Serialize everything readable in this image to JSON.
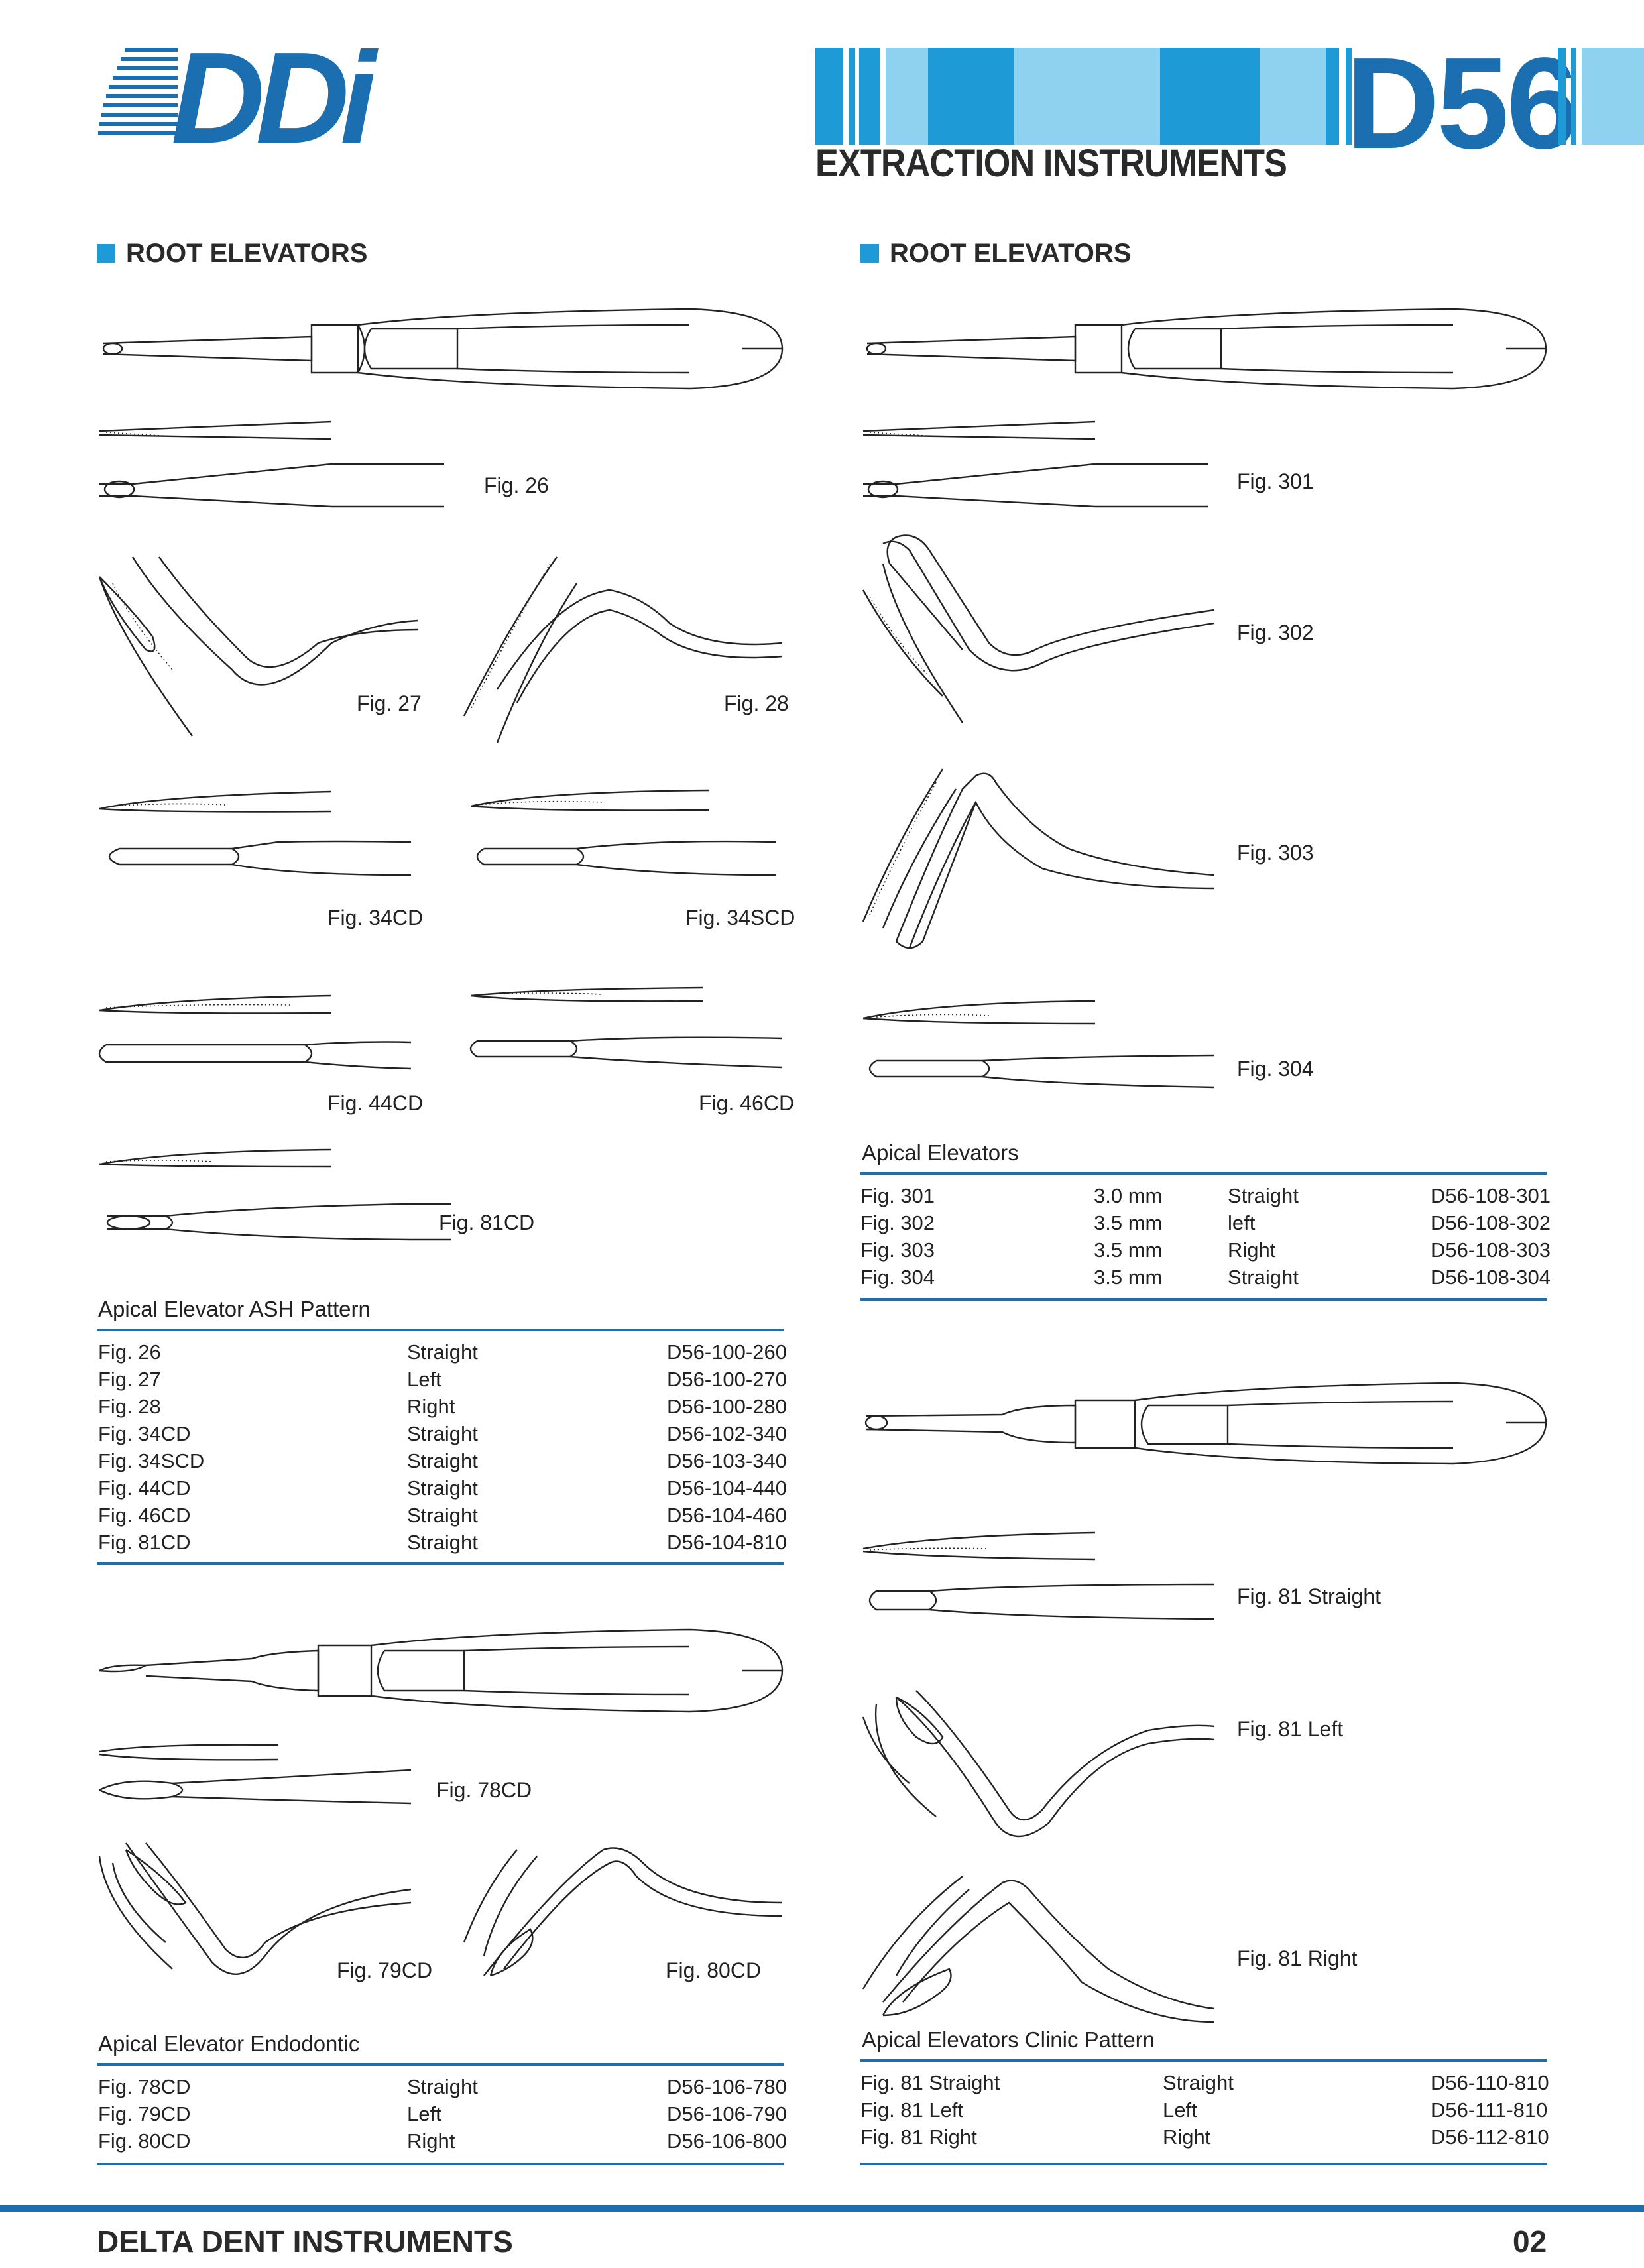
{
  "header": {
    "logo": "DDi",
    "catalog_code": "D56",
    "subtitle": "EXTRACTION INSTRUMENTS",
    "colors": {
      "brand": "#1b6fb0",
      "accent": "#1e9ad6",
      "light": "#8fd2f0"
    }
  },
  "left_section": {
    "heading": "ROOT ELEVATORS"
  },
  "right_section": {
    "heading": "ROOT ELEVATORS"
  },
  "figures": {
    "fig26": "Fig. 26",
    "fig27": "Fig. 27",
    "fig28": "Fig. 28",
    "fig34cd": "Fig. 34CD",
    "fig34scd": "Fig. 34SCD",
    "fig44cd": "Fig. 44CD",
    "fig46cd": "Fig. 46CD",
    "fig81cd": "Fig. 81CD",
    "fig78cd": "Fig. 78CD",
    "fig79cd": "Fig. 79CD",
    "fig80cd": "Fig. 80CD",
    "fig301": "Fig. 301",
    "fig302": "Fig. 302",
    "fig303": "Fig. 303",
    "fig304": "Fig. 304",
    "fig81s": "Fig. 81 Straight",
    "fig81l": "Fig. 81 Left",
    "fig81r": "Fig. 81 Right"
  },
  "tables": {
    "ash": {
      "title": "Apical Elevator ASH Pattern",
      "rows": [
        [
          "Fig. 26",
          "Straight",
          "D56-100-260"
        ],
        [
          "Fig. 27",
          "Left",
          "D56-100-270"
        ],
        [
          "Fig. 28",
          "Right",
          "D56-100-280"
        ],
        [
          "Fig. 34CD",
          "Straight",
          "D56-102-340"
        ],
        [
          "Fig. 34SCD",
          "Straight",
          "D56-103-340"
        ],
        [
          "Fig. 44CD",
          "Straight",
          "D56-104-440"
        ],
        [
          "Fig. 46CD",
          "Straight",
          "D56-104-460"
        ],
        [
          "Fig. 81CD",
          "Straight",
          "D56-104-810"
        ]
      ]
    },
    "endo": {
      "title": "Apical Elevator Endodontic",
      "rows": [
        [
          "Fig. 78CD",
          "Straight",
          "D56-106-780"
        ],
        [
          "Fig. 79CD",
          "Left",
          "D56-106-790"
        ],
        [
          "Fig. 80CD",
          "Right",
          "D56-106-800"
        ]
      ]
    },
    "apical": {
      "title": "Apical Elevators",
      "rows": [
        [
          "Fig. 301",
          "3.0 mm",
          "Straight",
          "D56-108-301"
        ],
        [
          "Fig. 302",
          "3.5 mm",
          "left",
          "D56-108-302"
        ],
        [
          "Fig. 303",
          "3.5 mm",
          "Right",
          "D56-108-303"
        ],
        [
          "Fig. 304",
          "3.5 mm",
          "Straight",
          "D56-108-304"
        ]
      ]
    },
    "clinic": {
      "title": "Apical Elevators Clinic Pattern",
      "rows": [
        [
          "Fig. 81 Straight",
          "Straight",
          "D56-110-810"
        ],
        [
          "Fig. 81 Left",
          "Left",
          "D56-111-810"
        ],
        [
          "Fig. 81 Right",
          "Right",
          "D56-112-810"
        ]
      ]
    }
  },
  "footer": {
    "company": "DELTA DENT INSTRUMENTS",
    "page": "02"
  }
}
